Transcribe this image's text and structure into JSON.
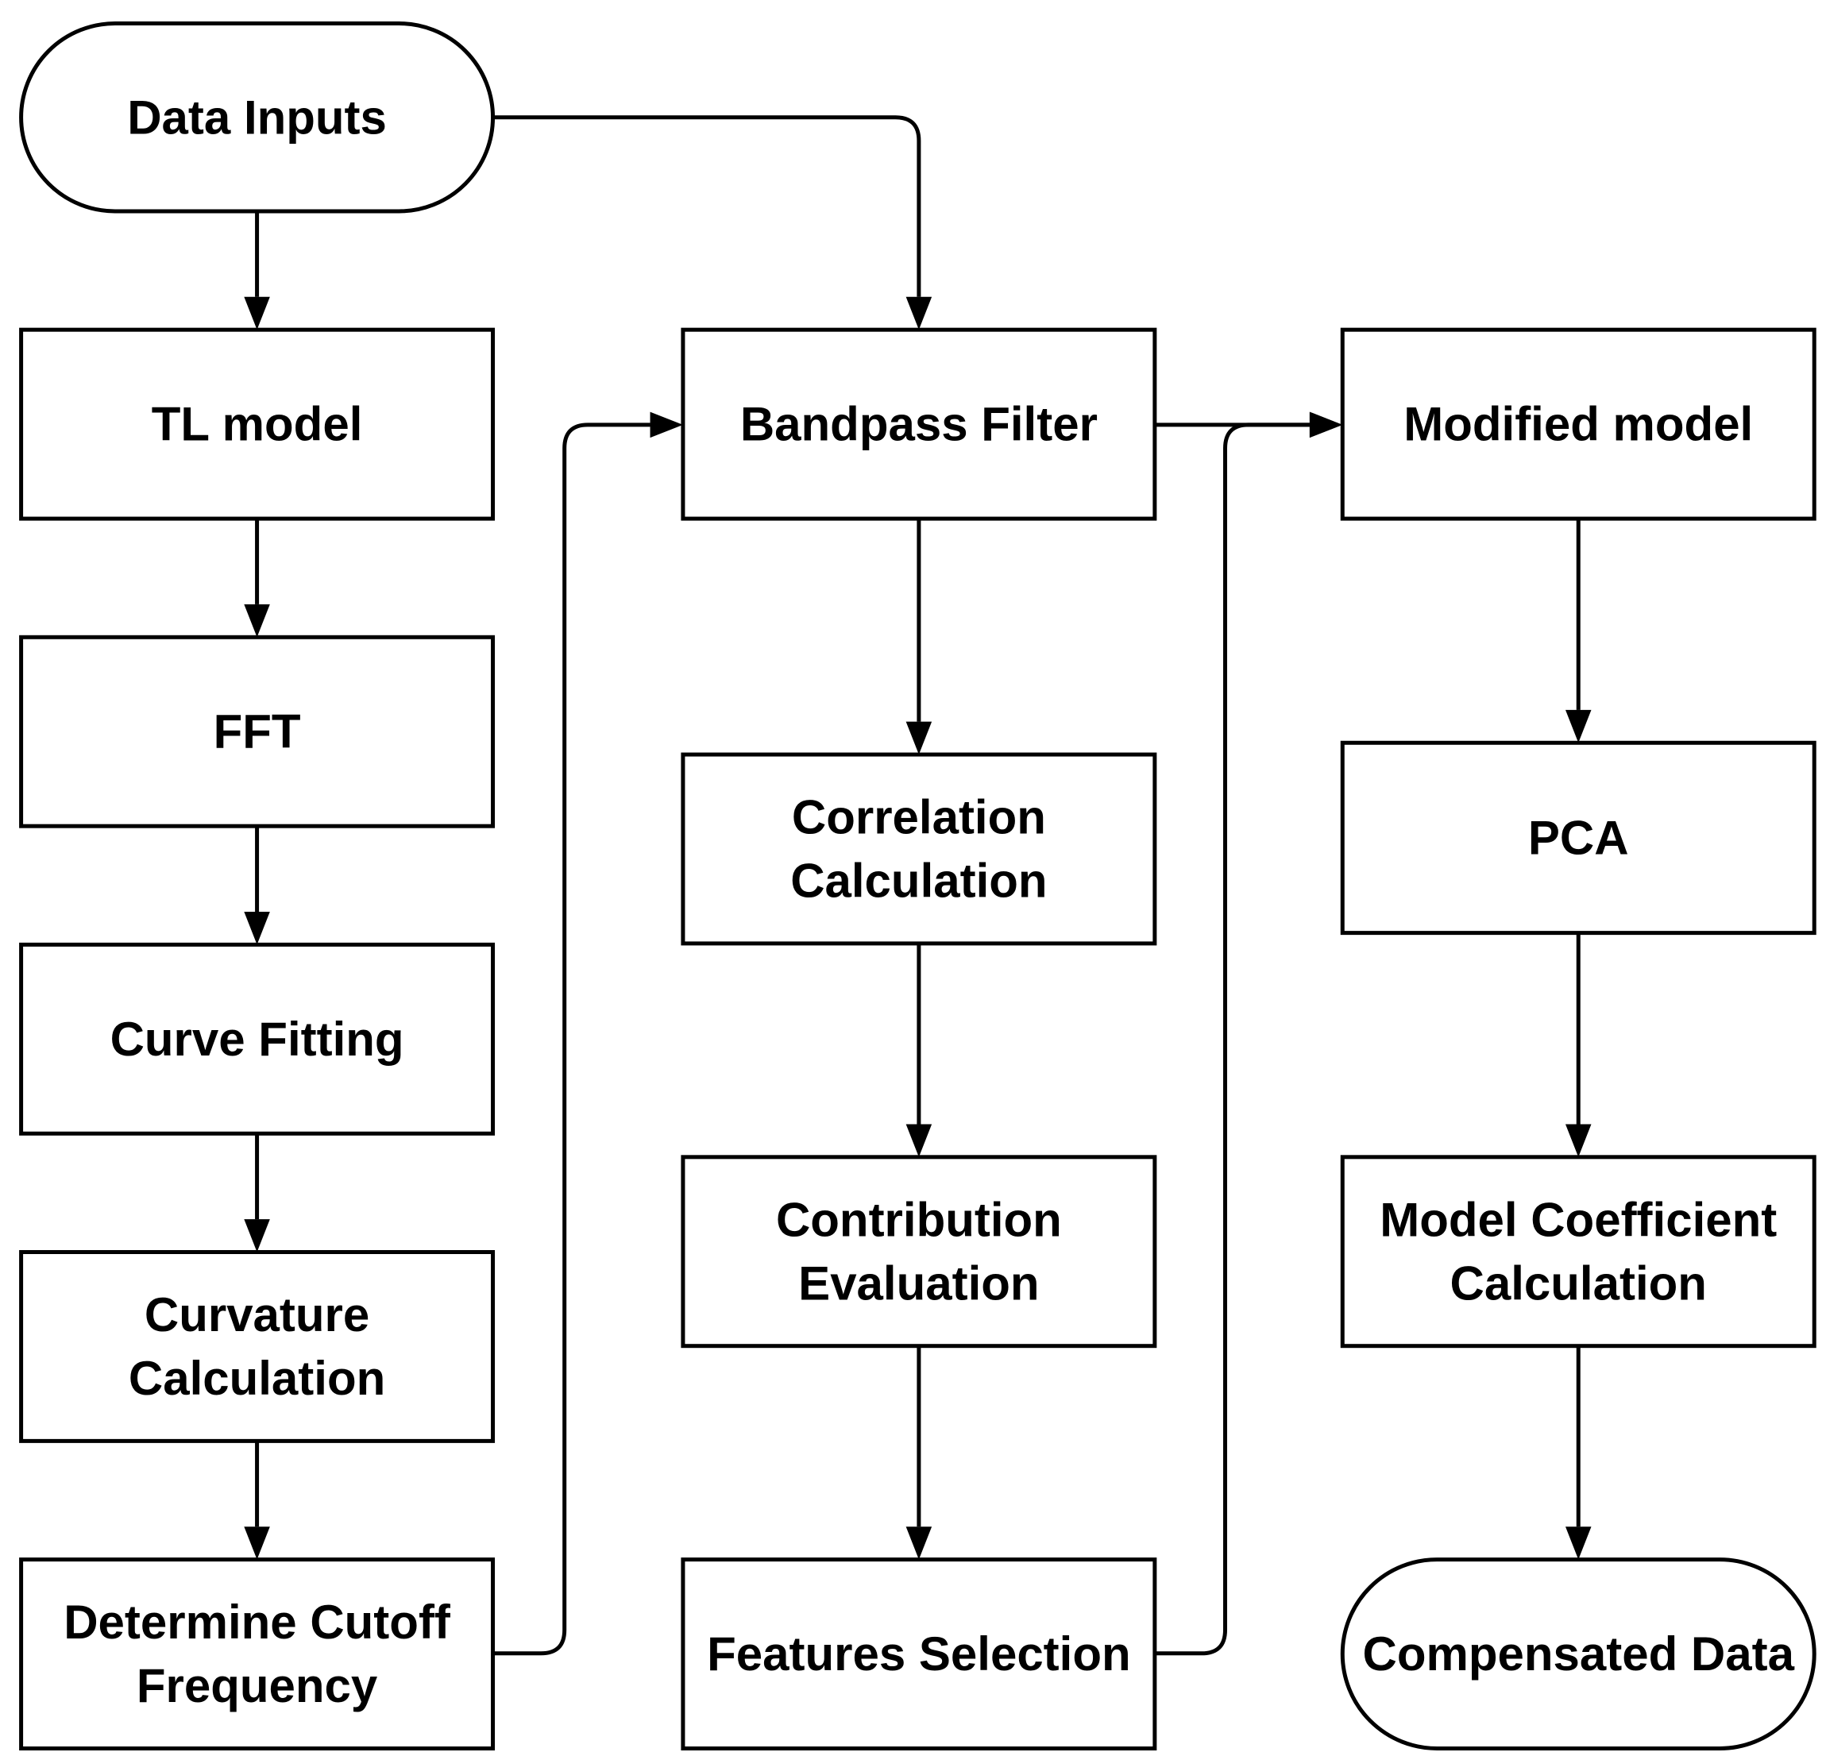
{
  "diagram": {
    "nodes": [
      {
        "id": "data-inputs",
        "shape": "terminal",
        "lines": [
          "Data Inputs"
        ]
      },
      {
        "id": "tl-model",
        "shape": "process",
        "lines": [
          "TL model"
        ]
      },
      {
        "id": "fft",
        "shape": "process",
        "lines": [
          "FFT"
        ]
      },
      {
        "id": "curve-fitting",
        "shape": "process",
        "lines": [
          "Curve Fitting"
        ]
      },
      {
        "id": "curvature-calculation",
        "shape": "process",
        "lines": [
          "Curvature",
          "Calculation"
        ]
      },
      {
        "id": "determine-cutoff-frequency",
        "shape": "process",
        "lines": [
          "Determine Cutoff",
          "Frequency"
        ]
      },
      {
        "id": "bandpass-filter",
        "shape": "process",
        "lines": [
          "Bandpass Filter"
        ]
      },
      {
        "id": "correlation-calculation",
        "shape": "process",
        "lines": [
          "Correlation",
          "Calculation"
        ]
      },
      {
        "id": "contribution-evaluation",
        "shape": "process",
        "lines": [
          "Contribution",
          "Evaluation"
        ]
      },
      {
        "id": "features-selection",
        "shape": "process",
        "lines": [
          "Features Selection"
        ]
      },
      {
        "id": "modified-model",
        "shape": "process",
        "lines": [
          "Modified model"
        ]
      },
      {
        "id": "pca",
        "shape": "process",
        "lines": [
          "PCA"
        ]
      },
      {
        "id": "model-coefficient-calculation",
        "shape": "process",
        "lines": [
          "Model Coefficient",
          "Calculation"
        ]
      },
      {
        "id": "compensated-data",
        "shape": "terminal",
        "lines": [
          "Compensated Data"
        ]
      }
    ],
    "edges": [
      {
        "from": "data-inputs",
        "to": "tl-model"
      },
      {
        "from": "data-inputs",
        "to": "bandpass-filter"
      },
      {
        "from": "tl-model",
        "to": "fft"
      },
      {
        "from": "fft",
        "to": "curve-fitting"
      },
      {
        "from": "curve-fitting",
        "to": "curvature-calculation"
      },
      {
        "from": "curvature-calculation",
        "to": "determine-cutoff-frequency"
      },
      {
        "from": "determine-cutoff-frequency",
        "to": "bandpass-filter"
      },
      {
        "from": "bandpass-filter",
        "to": "correlation-calculation"
      },
      {
        "from": "bandpass-filter",
        "to": "modified-model"
      },
      {
        "from": "correlation-calculation",
        "to": "contribution-evaluation"
      },
      {
        "from": "contribution-evaluation",
        "to": "features-selection"
      },
      {
        "from": "features-selection",
        "to": "modified-model"
      },
      {
        "from": "modified-model",
        "to": "pca"
      },
      {
        "from": "pca",
        "to": "model-coefficient-calculation"
      },
      {
        "from": "model-coefficient-calculation",
        "to": "compensated-data"
      }
    ]
  }
}
